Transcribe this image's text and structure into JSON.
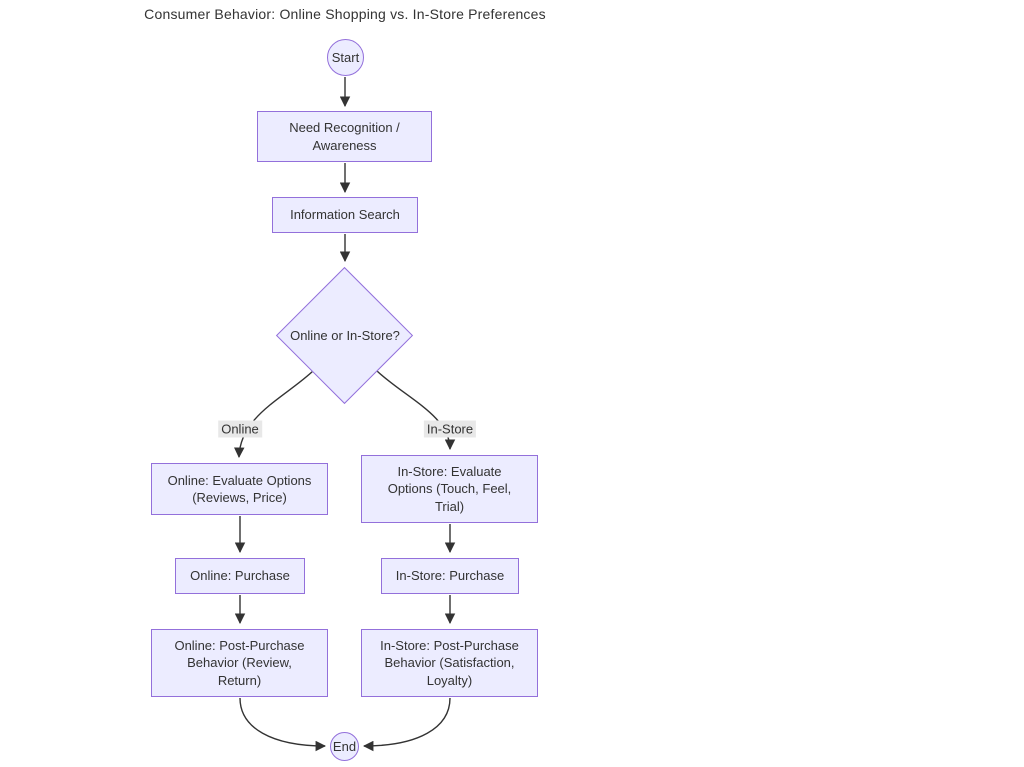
{
  "diagram": {
    "title": "Consumer Behavior: Online Shopping vs. In-Store Preferences",
    "type": "flowchart"
  },
  "nodes": {
    "start": {
      "label": "Start",
      "shape": "circle"
    },
    "need_recognition": {
      "label": "Need Recognition /\nAwareness",
      "shape": "rect"
    },
    "information_search": {
      "label": "Information Search",
      "shape": "rect"
    },
    "decision": {
      "label": "Online or In-Store?",
      "shape": "diamond"
    },
    "online_evaluate": {
      "label": "Online: Evaluate Options\n(Reviews, Price)",
      "shape": "rect"
    },
    "online_purchase": {
      "label": "Online: Purchase",
      "shape": "rect"
    },
    "online_post_purchase": {
      "label": "Online: Post-Purchase\nBehavior (Review,\nReturn)",
      "shape": "rect"
    },
    "instore_evaluate": {
      "label": "In-Store: Evaluate\nOptions (Touch, Feel,\nTrial)",
      "shape": "rect"
    },
    "instore_purchase": {
      "label": "In-Store: Purchase",
      "shape": "rect"
    },
    "instore_post_purchase": {
      "label": "In-Store: Post-Purchase\nBehavior (Satisfaction,\nLoyalty)",
      "shape": "rect"
    },
    "end": {
      "label": "End",
      "shape": "circle"
    }
  },
  "edge_labels": {
    "online_branch": "Online",
    "instore_branch": "In-Store"
  },
  "edges": [
    {
      "from": "start",
      "to": "need_recognition"
    },
    {
      "from": "need_recognition",
      "to": "information_search"
    },
    {
      "from": "information_search",
      "to": "decision"
    },
    {
      "from": "decision",
      "to": "online_evaluate",
      "label": "Online"
    },
    {
      "from": "decision",
      "to": "instore_evaluate",
      "label": "In-Store"
    },
    {
      "from": "online_evaluate",
      "to": "online_purchase"
    },
    {
      "from": "online_purchase",
      "to": "online_post_purchase"
    },
    {
      "from": "instore_evaluate",
      "to": "instore_purchase"
    },
    {
      "from": "instore_purchase",
      "to": "instore_post_purchase"
    },
    {
      "from": "online_post_purchase",
      "to": "end"
    },
    {
      "from": "instore_post_purchase",
      "to": "end"
    }
  ],
  "colors": {
    "node_fill": "#ECECFF",
    "node_border": "#9370DB",
    "edge_stroke": "#333333",
    "edge_label_bg": "#e8e8e8",
    "text": "#333333",
    "background": "#ffffff"
  }
}
